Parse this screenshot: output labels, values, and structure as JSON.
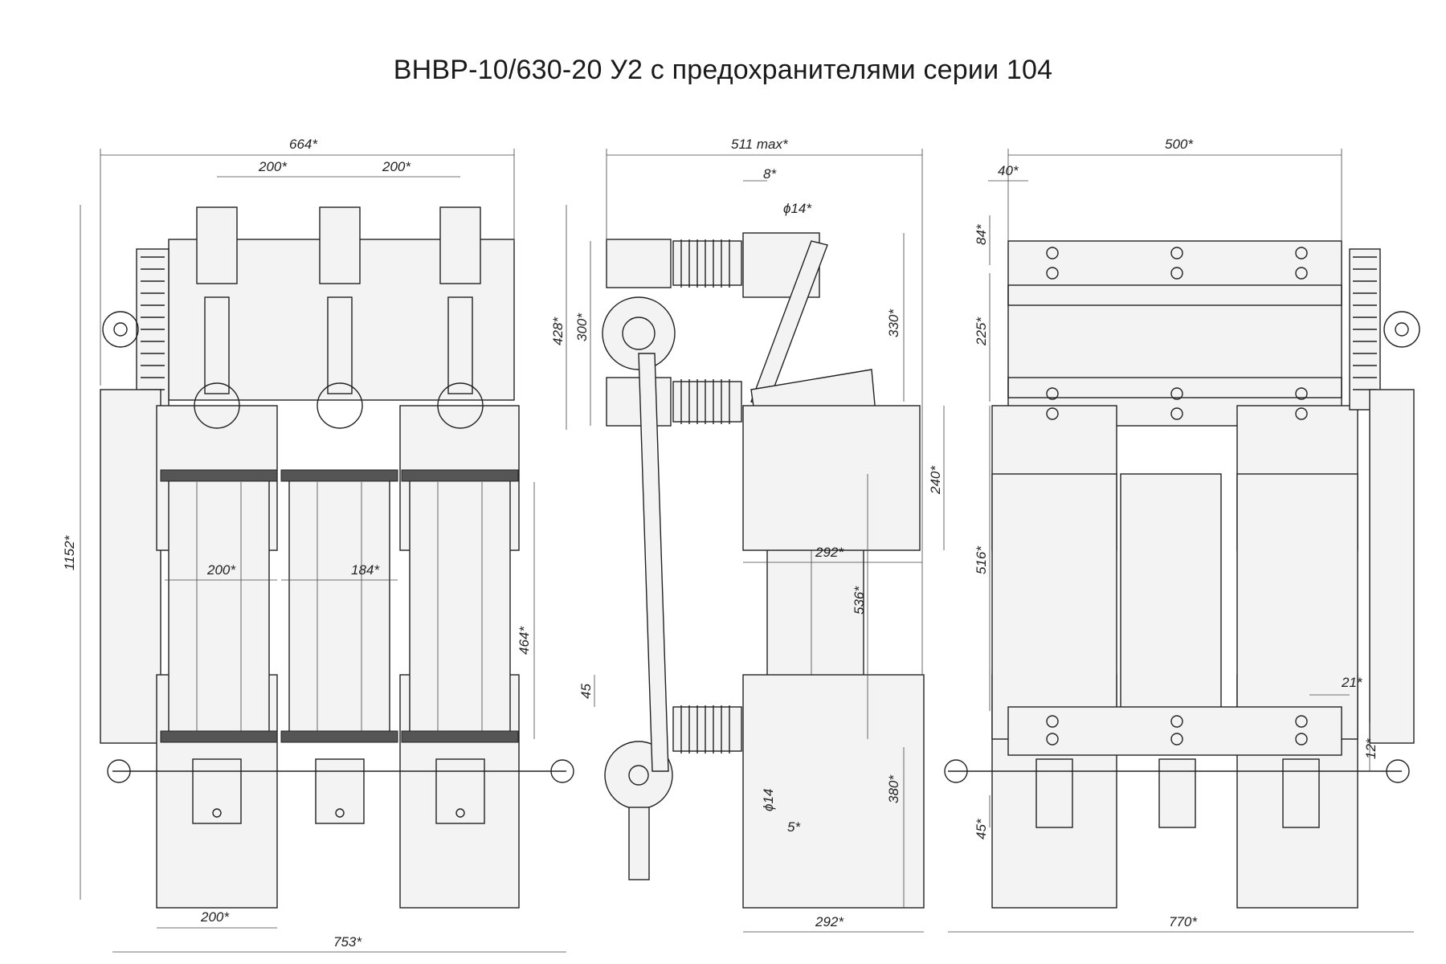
{
  "title": "ВНВР-10/630-20 У2 с предохранителями серии 104",
  "views": {
    "front": {
      "dims": {
        "overall_width_top": "664*",
        "pitch_left": "200*",
        "pitch_right": "200*",
        "height": "1152*",
        "inner_200": "200*",
        "inner_184": "184*",
        "fuse_464": "464*",
        "base_200": "200*",
        "bottom_width": "753*"
      }
    },
    "side": {
      "dims": {
        "width_max": "511 max*",
        "d8": "8*",
        "phi14_top": "ϕ14*",
        "h428": "428*",
        "h300": "300*",
        "h330": "330*",
        "h240": "240*",
        "w292_mid": "292*",
        "h536": "536*",
        "d45": "45",
        "phi14_bottom": "ϕ14",
        "d5": "5*",
        "h380": "380*",
        "w292_bottom": "292*"
      }
    },
    "rear": {
      "dims": {
        "w500": "500*",
        "d40": "40*",
        "h84": "84*",
        "h225": "225*",
        "h516": "516*",
        "d21": "21*",
        "d12": "12*",
        "d45": "45*",
        "w770": "770*"
      }
    }
  }
}
